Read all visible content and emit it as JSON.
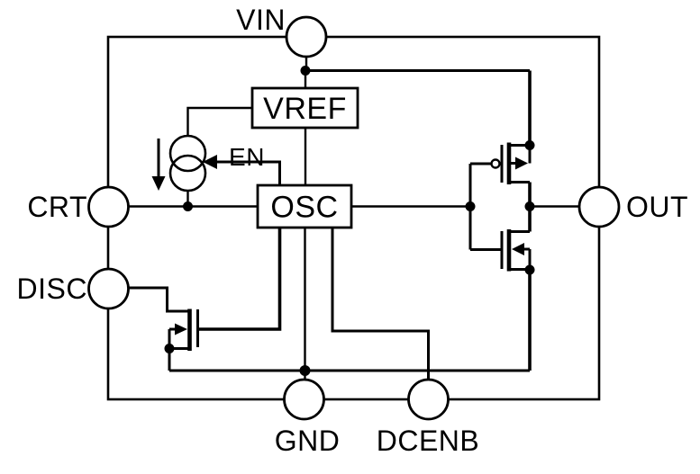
{
  "diagram": {
    "kind": "IC functional block diagram",
    "background_color": "#ffffff",
    "line_color": "#000000",
    "pins": {
      "vin": "VIN",
      "crt": "CRT",
      "disc": "DISC",
      "gnd": "GND",
      "dcenb": "DCENB",
      "out": "OUT"
    },
    "blocks": {
      "vref": "VREF",
      "osc": "OSC"
    },
    "signals": {
      "en": "EN"
    },
    "components": {
      "current_source": "current-source-icon",
      "pmos": "pmos-transistor",
      "nmos": "nmos-transistor",
      "discharge_nmos": "discharge-nmos-transistor"
    }
  }
}
